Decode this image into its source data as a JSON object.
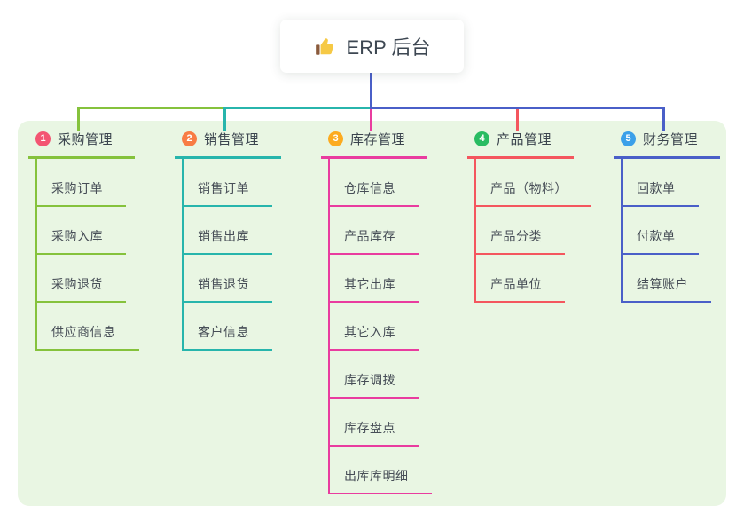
{
  "root": {
    "label": "ERP 后台",
    "icon": "thumbs-up-icon"
  },
  "colors": {
    "canvas_bg": "#e9f6e3",
    "root_line": "#4a5fc8",
    "root_text": "#3d4752",
    "icon_hand": "#f6c945",
    "icon_cuff": "#8a5a3b"
  },
  "branches": [
    {
      "number": "1",
      "label": "采购管理",
      "badge_color": "#f35572",
      "line_color": "#85c23c",
      "children": [
        "采购订单",
        "采购入库",
        "采购退货",
        "供应商信息"
      ]
    },
    {
      "number": "2",
      "label": "销售管理",
      "badge_color": "#f87c44",
      "line_color": "#27b5ac",
      "children": [
        "销售订单",
        "销售出库",
        "销售退货",
        "客户信息"
      ]
    },
    {
      "number": "3",
      "label": "库存管理",
      "badge_color": "#fcab1f",
      "line_color": "#e93c9f",
      "children": [
        "仓库信息",
        "产品库存",
        "其它出库",
        "其它入库",
        "库存调拨",
        "库存盘点",
        "出库库明细"
      ]
    },
    {
      "number": "4",
      "label": "产品管理",
      "badge_color": "#29bc62",
      "line_color": "#f4565e",
      "children": [
        "产品（物料）",
        "产品分类",
        "产品单位"
      ]
    },
    {
      "number": "5",
      "label": "财务管理",
      "badge_color": "#3ba0e9",
      "line_color": "#4a5fc8",
      "children": [
        "回款单",
        "付款单",
        "结算账户"
      ]
    }
  ]
}
